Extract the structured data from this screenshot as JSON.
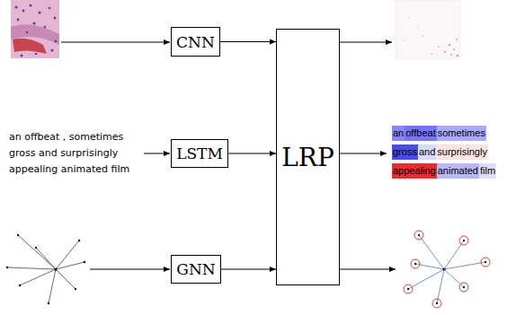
{
  "diagram": {
    "nodes": [
      {
        "text": [
          "CNN"
        ]
      },
      {
        "text": [
          "LSTM"
        ]
      },
      {
        "text": [
          "GNN"
        ]
      },
      {
        "text": [
          "LRP"
        ]
      }
    ],
    "edges": [
      {
        "from": 0,
        "to": 3,
        "arrow": "to"
      },
      {
        "from": 1,
        "to": 3,
        "arrow": "to"
      },
      {
        "from": 2,
        "to": 3,
        "arrow": "to"
      }
    ],
    "labels": [
      "an offbeat , sometimes",
      "gross and surprisingly",
      "appealing animated film",
      "an",
      "offbeat",
      "sometimes",
      "gross",
      "and",
      "surprisingly",
      "appealing",
      "animated",
      "film"
    ]
  }
}
